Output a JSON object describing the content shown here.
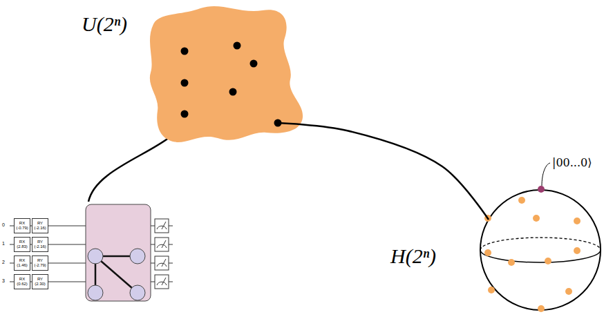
{
  "diagram": {
    "nodes": [
      {
        "text": [
          "U(2ⁿ)"
        ]
      },
      {
        "text": [
          "RX (-0.79)"
        ]
      },
      {
        "text": [
          "RY (-2.16)"
        ]
      },
      {
        "text": [
          "RX (2.83)"
        ]
      },
      {
        "text": [
          "RY (-2.16)"
        ]
      },
      {
        "text": [
          "RX (1.46)"
        ]
      },
      {
        "text": [
          "RY (-2.79)"
        ]
      },
      {
        "text": [
          "RX (0.62)"
        ]
      },
      {
        "text": [
          "RY (2.30)"
        ]
      },
      {
        "text": [
          "H(2ⁿ)"
        ]
      }
    ],
    "edges": [
      {
        "from": 0,
        "to": 9,
        "arrow": "none"
      }
    ],
    "labels": [
      "0",
      "1",
      "2",
      "3",
      "|00...0⟩"
    ]
  }
}
